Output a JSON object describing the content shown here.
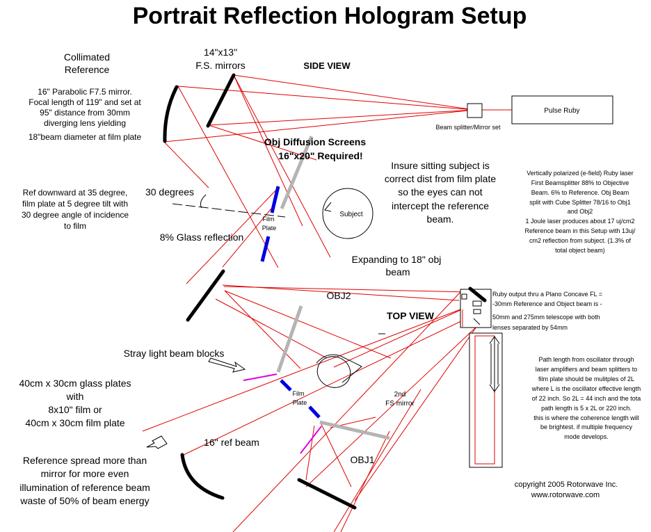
{
  "title": "Portrait Reflection Hologram Setup",
  "colors": {
    "beam": "#e00000",
    "mirror": "#000000",
    "diffusion_screen": "#b4b4b4",
    "film_plate": "#0000e0",
    "beam_block": "#e000e0"
  },
  "side_view": {
    "heading": "SIDE VIEW",
    "collimated_reference": [
      "Collimated",
      "Reference"
    ],
    "fs_mirrors": [
      "14\"x13\"",
      "F.S. mirrors"
    ],
    "parabolic_note": [
      "16\" Parabolic F7.5 mirror.",
      "Focal length of 119\" and set at",
      "95\" distance from 30mm",
      "diverging lens  yielding",
      "18\"beam diameter at film plate"
    ],
    "pulse_ruby": "Pulse Ruby",
    "beam_splitter": "Beam splitter/Mirror set",
    "obj_diffusion": [
      "Obj Diffusion Screens",
      "16\"x20\" Required!"
    ],
    "insure_note": [
      "Insure sitting subject is",
      "correct dist from film plate",
      "so the eyes can not",
      "intercept the reference",
      "beam."
    ],
    "ref_downward": [
      "Ref downward at 35 degree,",
      "film plate at 5 degree tilt with",
      "30  degree angle of incidence",
      "to film"
    ],
    "thirty_degrees": "30 degrees",
    "film_plate": [
      "Film",
      "Plate"
    ],
    "glass_reflection": "8% Glass reflection",
    "subject": "Subject",
    "laser_note": [
      "Vertically polarized (e-field) Ruby laser",
      "First Beamsplitter 88% to Objective",
      "Beam. 6% to Reference.  Obj Beam",
      "split with Cube Splitter 78/16 to Obj1",
      "and Obj2",
      "1 Joule laser produces about  17 uj/cm2",
      "Reference beam in this Setup with 13uj/",
      "cm2 reflection from subject. (1.3% of",
      "total object beam)"
    ]
  },
  "top_view": {
    "heading": "TOP VIEW",
    "expanding": [
      "Expanding to 18\" obj",
      "beam"
    ],
    "obj2": "OBJ2",
    "obj1": "OBJ1",
    "ruby_output": [
      "Ruby output thru a Plano Concave FL =",
      "-30mm Reference and Object beam is -",
      "50mm and 275mm telescope with both",
      "lenses separated by  54mm"
    ],
    "stray_light": "Stray light beam blocks",
    "glass_plates": [
      "40cm x 30cm glass plates",
      "with",
      "8x10\" film or",
      "40cm x 30cm film plate"
    ],
    "film_plate": [
      "Film",
      "Plate"
    ],
    "fs_mirror_2nd": [
      "2nd",
      "FS mirror"
    ],
    "ref_beam": "16\" ref beam",
    "reference_spread": [
      "Reference spread more than",
      "mirror for more even",
      "illumination of reference beam",
      "waste of 50% of beam energy"
    ],
    "path_length": [
      "Path length from oscillator through",
      "laser amplifiers and beam splitters to",
      "film plate should be mulitples of 2L",
      "where L is the oscillator effective length",
      "of 22 inch. So 2L = 44 inch and the tota",
      "path length  is  5 x 2L  or  220 inch.",
      "this is where the coherence length will",
      "be brightest. if  multiple  frequency",
      "mode develops."
    ]
  },
  "copyright": [
    "copyright 2005 Rotorwave Inc.",
    "www.rotorwave.com"
  ]
}
